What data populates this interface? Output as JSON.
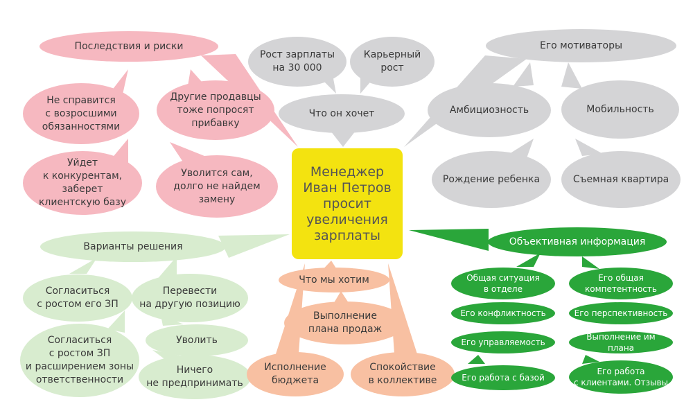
{
  "center": {
    "text": "Менеджер\nИван Петров\nпросит\nувеличения\nзарплаты",
    "color": "#f3e310"
  },
  "colors": {
    "pink": "#f6b8c0",
    "grey": "#d4d4d6",
    "light_green": "#d8eccf",
    "peach": "#f8c0a2",
    "green": "#2aa63a"
  },
  "risks": {
    "header": "Последствия и риски",
    "items": [
      "Не справится\nс возросшими\nобязанностями",
      "Другие продавцы\nтоже попросят\nприбавку",
      "Уйдет\nк конкурентам,\nзаберет\nклиентскую базу",
      "Уволится сам,\nдолго не найдем\nзамену"
    ]
  },
  "wants": {
    "header": "Что он хочет",
    "items": [
      "Рост зарплаты\nна 30 000",
      "Карьерный\nрост"
    ]
  },
  "motivators": {
    "header": "Его мотиваторы",
    "items": [
      "Амбициозность",
      "Мобильность",
      "Рождение ребенка",
      "Съемная квартира"
    ]
  },
  "options": {
    "header": "Варианты решения",
    "items": [
      "Согласиться\nс ростом его ЗП",
      "Перевести\nна другую позицию",
      "Согласиться\nс ростом ЗП\nи расширением зоны\nответственности",
      "Уволить",
      "Ничего\nне предпринимать"
    ]
  },
  "our_goals": {
    "header": "Что мы хотим",
    "items": [
      "Выполнение\nплана продаж",
      "Исполнение\nбюджета",
      "Спокойствие\nв коллективе"
    ]
  },
  "objective": {
    "header": "Объективная информация",
    "items": [
      "Общая ситуация\nв отделе",
      "Его общая\nкомпетентность",
      "Его конфликтность",
      "Его перспективность",
      "Его управляемость",
      "Выполнение им плана",
      "Его работа с базой",
      "Его работа\nс клиентами. Отзывы"
    ]
  }
}
